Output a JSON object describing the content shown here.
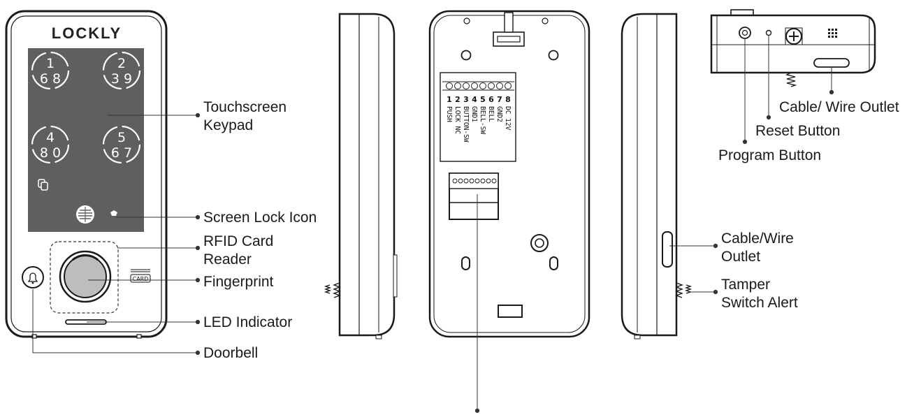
{
  "brand": "LOCKLY",
  "keypad_buttons": [
    {
      "top": "1",
      "bottom": "6 8"
    },
    {
      "top": "2",
      "bottom": "3 9"
    },
    {
      "top": "4",
      "bottom": "8 0"
    },
    {
      "top": "5",
      "bottom": "6 7"
    }
  ],
  "card_label": "CARD",
  "front_callouts": {
    "touchscreen_line1": "Touchscreen",
    "touchscreen_line2": "Keypad",
    "screen_lock": "Screen Lock Icon",
    "rfid_line1": "RFID Card",
    "rfid_line2": "Reader",
    "fingerprint": "Fingerprint",
    "led": "LED Indicator",
    "doorbell": "Doorbell"
  },
  "terminal": {
    "pin_numbers": [
      "1",
      "2",
      "3",
      "4",
      "5",
      "6",
      "7",
      "8"
    ],
    "pin_labels": [
      "PUSH",
      "LOCK NC",
      "BUTTON-SW",
      "GND1",
      "BELL-SW",
      "BELL",
      "GND2",
      "DC 12V"
    ]
  },
  "side_callouts": {
    "cable_line1": "Cable/Wire",
    "cable_line2": "Outlet",
    "tamper_line1": "Tamper",
    "tamper_line2": "Switch Alert"
  },
  "bottom_callouts": {
    "cable_outlet": "Cable/ Wire Outlet",
    "reset": "Reset Button",
    "program": "Program Button"
  }
}
